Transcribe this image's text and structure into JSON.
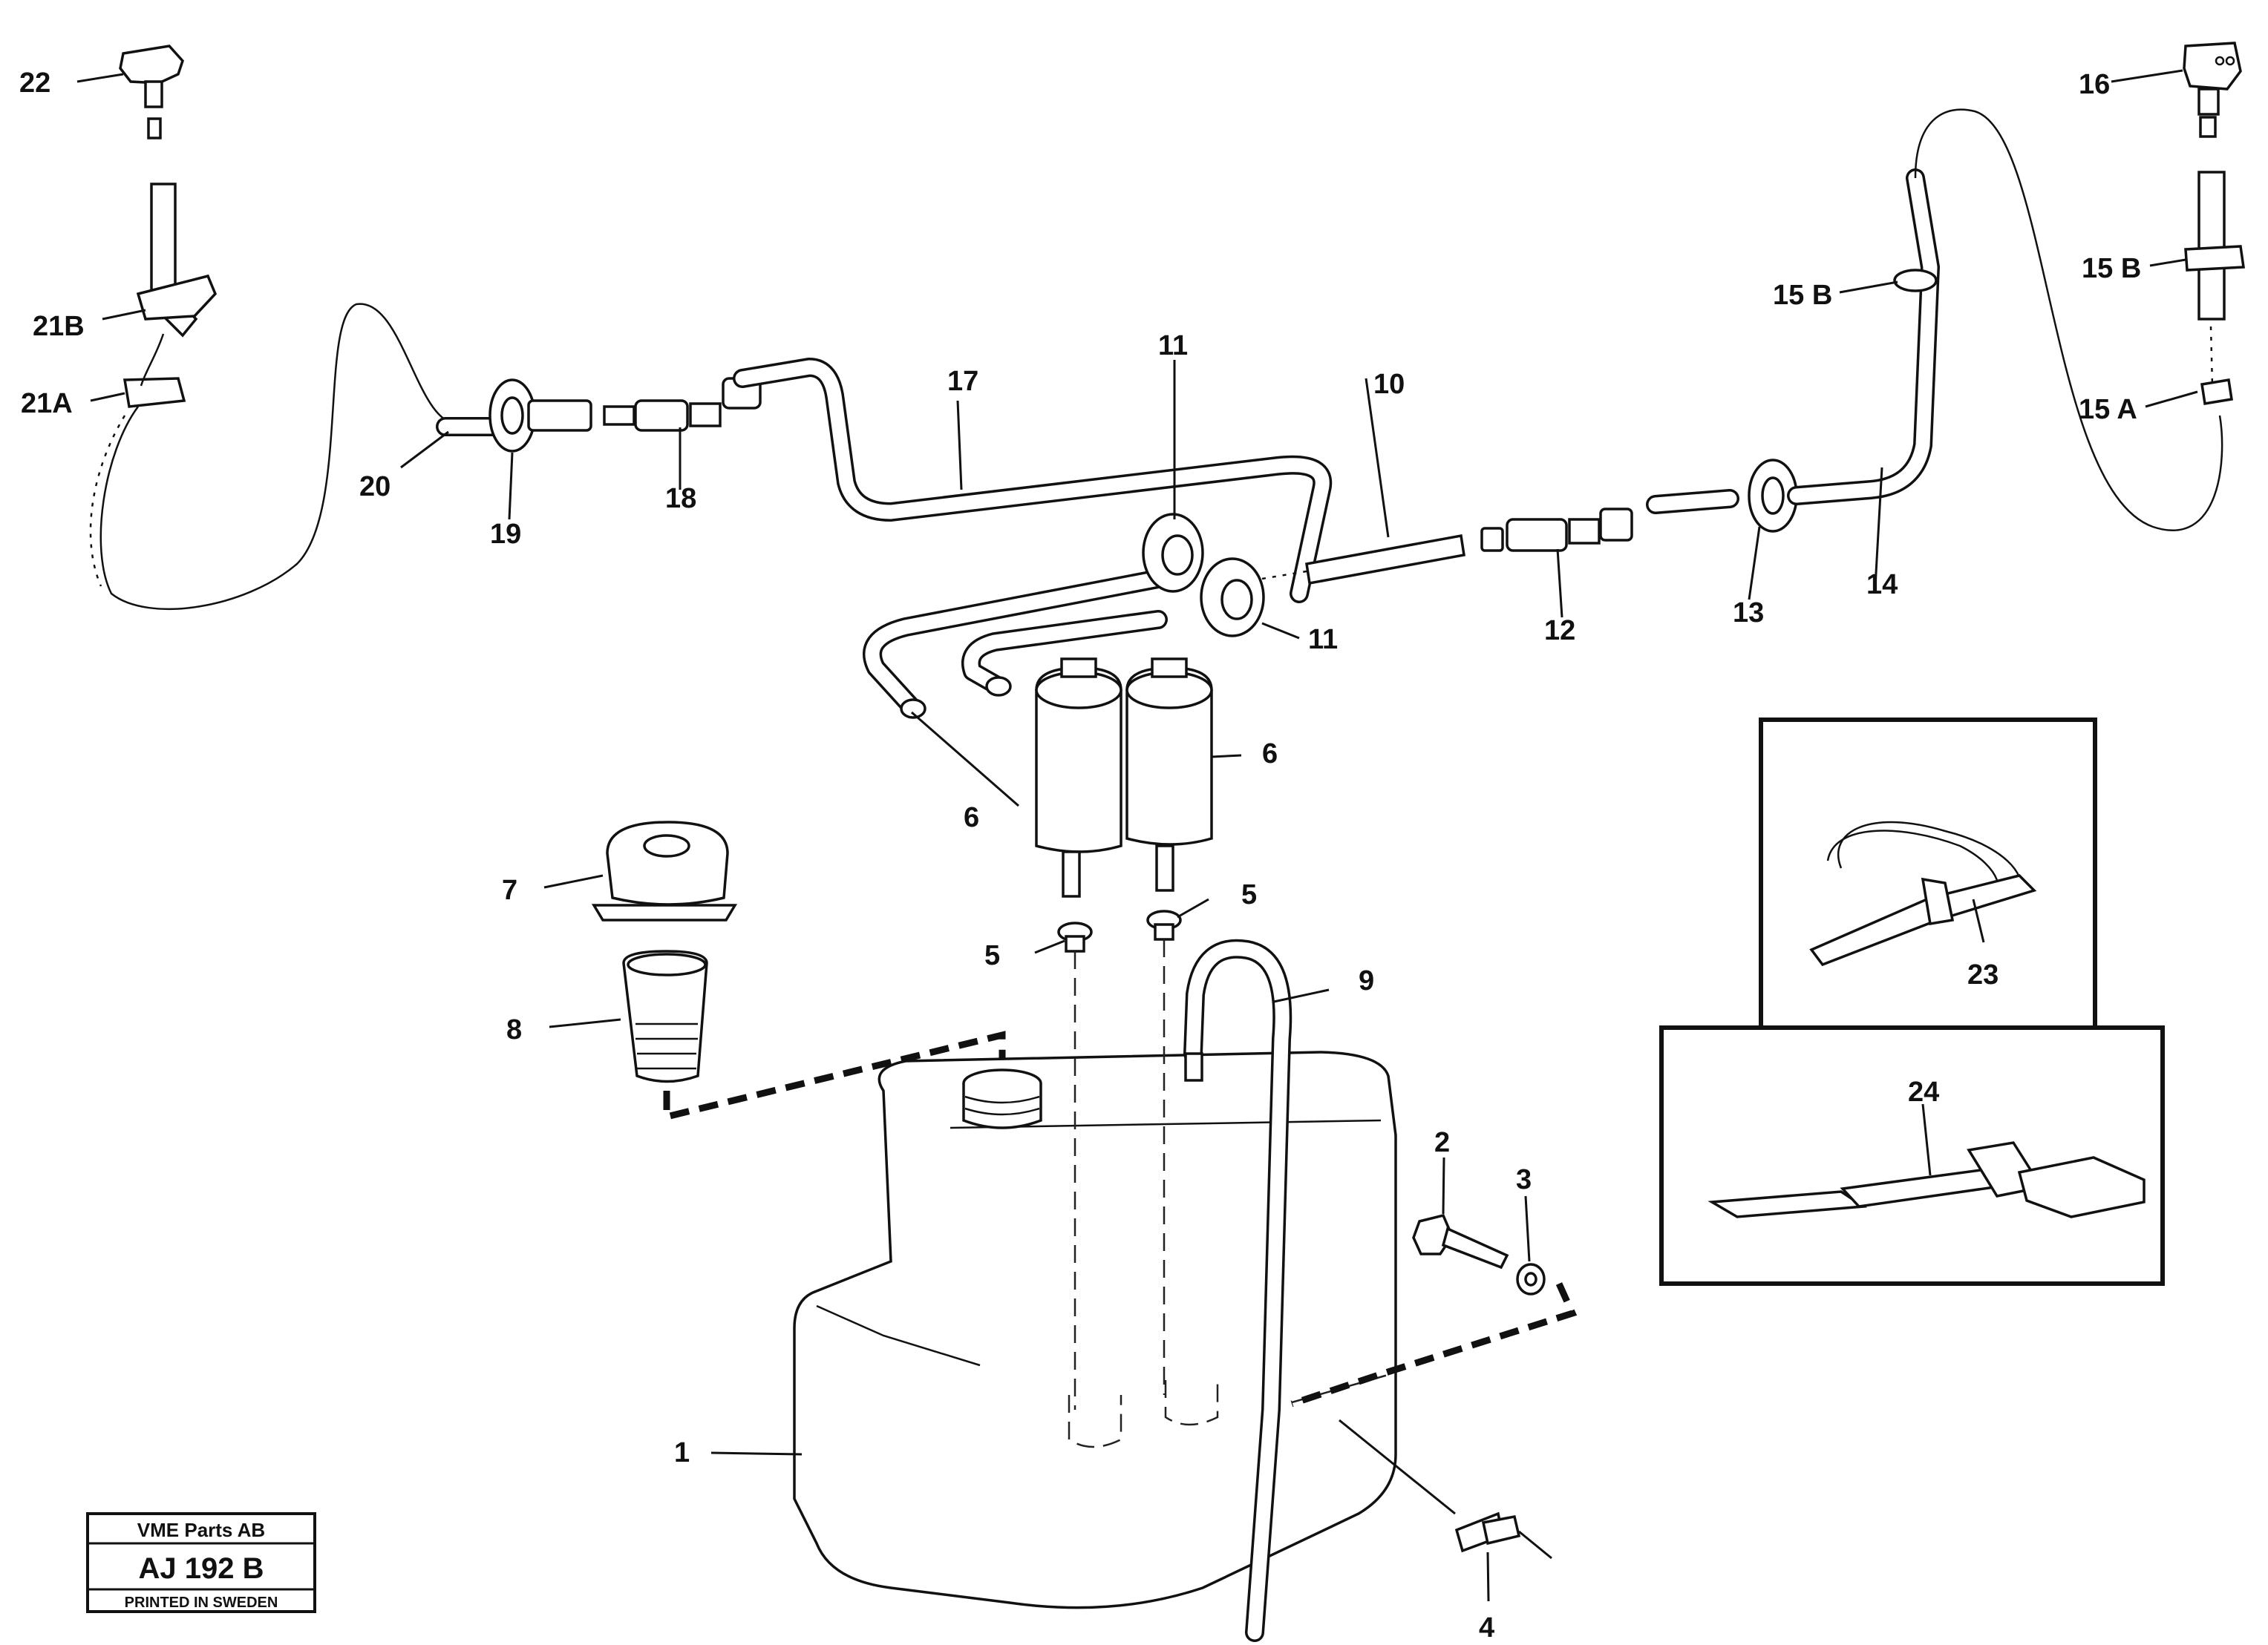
{
  "callouts": {
    "c1": "1",
    "c2": "2",
    "c3": "3",
    "c4": "4",
    "c5a": "5",
    "c5b": "5",
    "c6a": "6",
    "c6b": "6",
    "c7": "7",
    "c8": "8",
    "c9": "9",
    "c10": "10",
    "c11a": "11",
    "c11b": "11",
    "c12": "12",
    "c13": "13",
    "c14": "14",
    "c15a": "15 A",
    "c15b_left": "15 B",
    "c15b_right": "15 B",
    "c16": "16",
    "c17": "17",
    "c18": "18",
    "c19": "19",
    "c20": "20",
    "c21a": "21A",
    "c21b": "21B",
    "c22": "22",
    "c23": "23",
    "c24": "24"
  },
  "stamp": {
    "company": "VME Parts AB",
    "code": "AJ 192 B",
    "printed": "PRINTED IN SWEDEN"
  }
}
